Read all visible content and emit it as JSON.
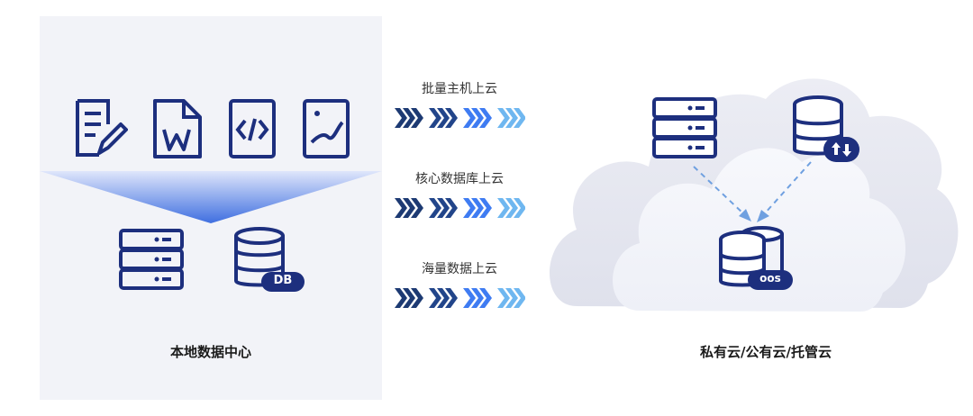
{
  "left": {
    "title": "本地数据中心",
    "db_badge": "DB"
  },
  "flows": [
    {
      "label": "批量主机上云"
    },
    {
      "label": "核心数据库上云"
    },
    {
      "label": "海量数据上云"
    }
  ],
  "right": {
    "title": "私有云/公有云/托管云",
    "oos_badge": "oos"
  },
  "colors": {
    "navy": "#1d2f7e",
    "panel": "#f2f3f8",
    "blue": "#3f7cf2",
    "light_blue": "#6fb7f0"
  }
}
